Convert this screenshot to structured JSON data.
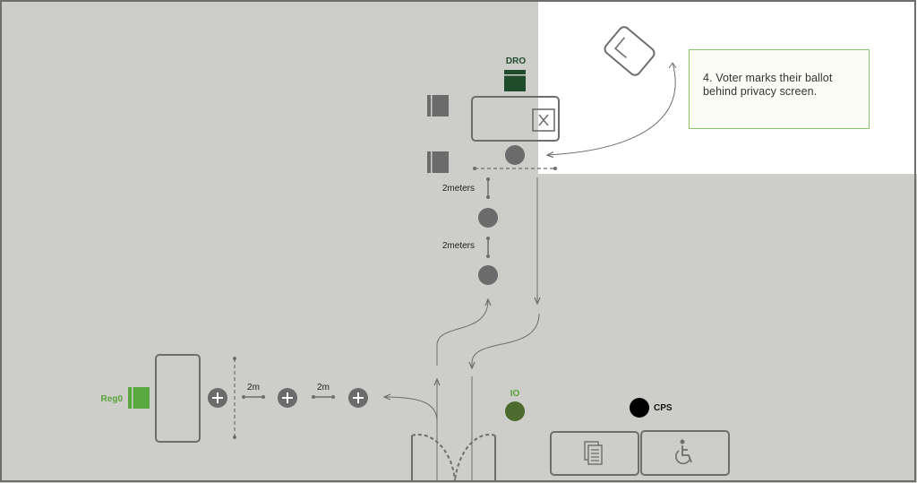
{
  "colors": {
    "floor": "#cdcdc9",
    "highlight": "#ffffff",
    "border": "#6e6e6e",
    "person": "#6b6b6b",
    "dro": "#1f4d2b",
    "reg": "#57a93f",
    "io_person": "#4d6b2e",
    "cps_person": "#000000",
    "callout_border": "#8dc26c",
    "text_dark": "#222222",
    "text_green_dark": "#1f4d2b",
    "text_green": "#5aa33a"
  },
  "labels": {
    "dro": "DRO",
    "reg": "Reg0",
    "io": "IO",
    "cps": "CPS",
    "distance_upper": "2meters",
    "distance_lower": "2meters",
    "distance_left": "2m",
    "distance_right": "2m"
  },
  "callout": {
    "text": "4. Voter marks their ballot behind privacy screen."
  },
  "icons": {
    "ballot_card": "ballot-card-icon",
    "ballot_box_x": "ballot-x-icon",
    "documents": "documents-icon",
    "accessibility": "wheelchair-icon",
    "add": "plus-icon"
  }
}
